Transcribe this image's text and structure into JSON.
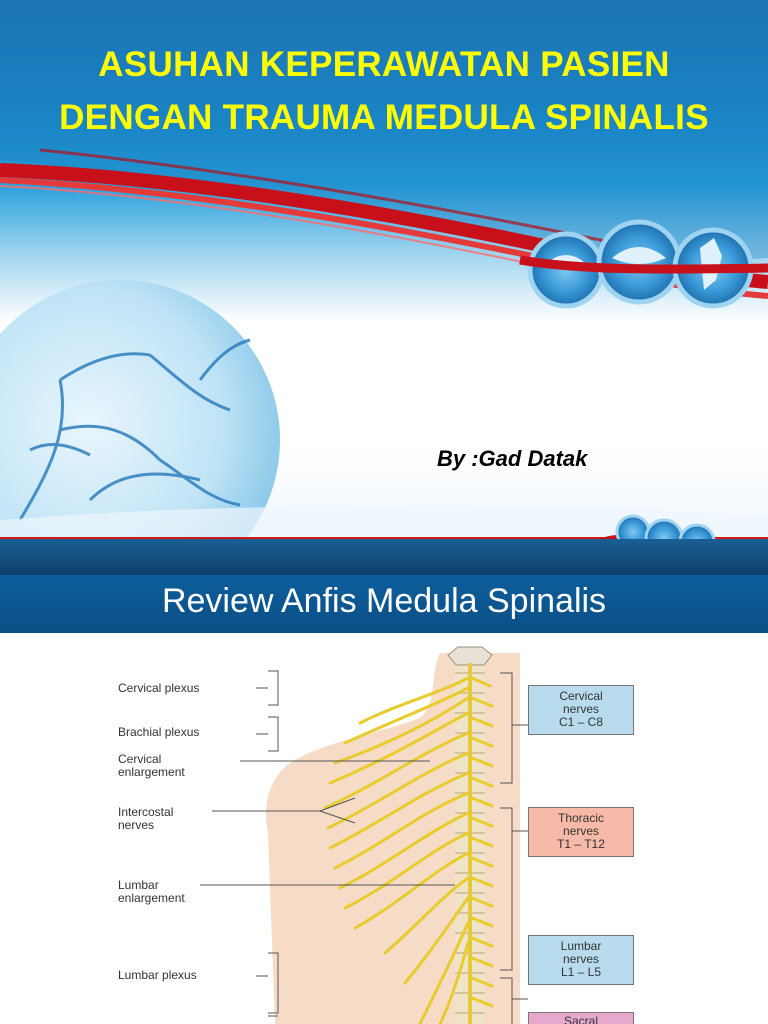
{
  "slide1": {
    "title_line1": "ASUHAN KEPERAWATAN PASIEN",
    "title_line2": "DENGAN TRAUMA MEDULA SPINALIS",
    "author": "By :Gad Datak"
  },
  "slide2": {
    "title": "Review Anfis Medula Spinalis",
    "left_labels": [
      {
        "line1": "Cervical plexus",
        "line2": ""
      },
      {
        "line1": "Brachial plexus",
        "line2": ""
      },
      {
        "line1": "Cervical",
        "line2": "enlargement"
      },
      {
        "line1": "Intercostal",
        "line2": "nerves"
      },
      {
        "line1": "Lumbar",
        "line2": "enlargement"
      },
      {
        "line1": "Lumbar plexus",
        "line2": ""
      }
    ],
    "nerve_groups": [
      {
        "name": "Cervical",
        "word": "nerves",
        "range": "C1 – C8",
        "color": "#b8dcee"
      },
      {
        "name": "Thoracic",
        "word": "nerves",
        "range": "T1 – T12",
        "color": "#f7b9a8"
      },
      {
        "name": "Lumbar",
        "word": "nerves",
        "range": "L1 – L5",
        "color": "#b8dcee"
      },
      {
        "name": "Sacral",
        "word": "",
        "range": "",
        "color": "#e6a8cc"
      }
    ]
  }
}
